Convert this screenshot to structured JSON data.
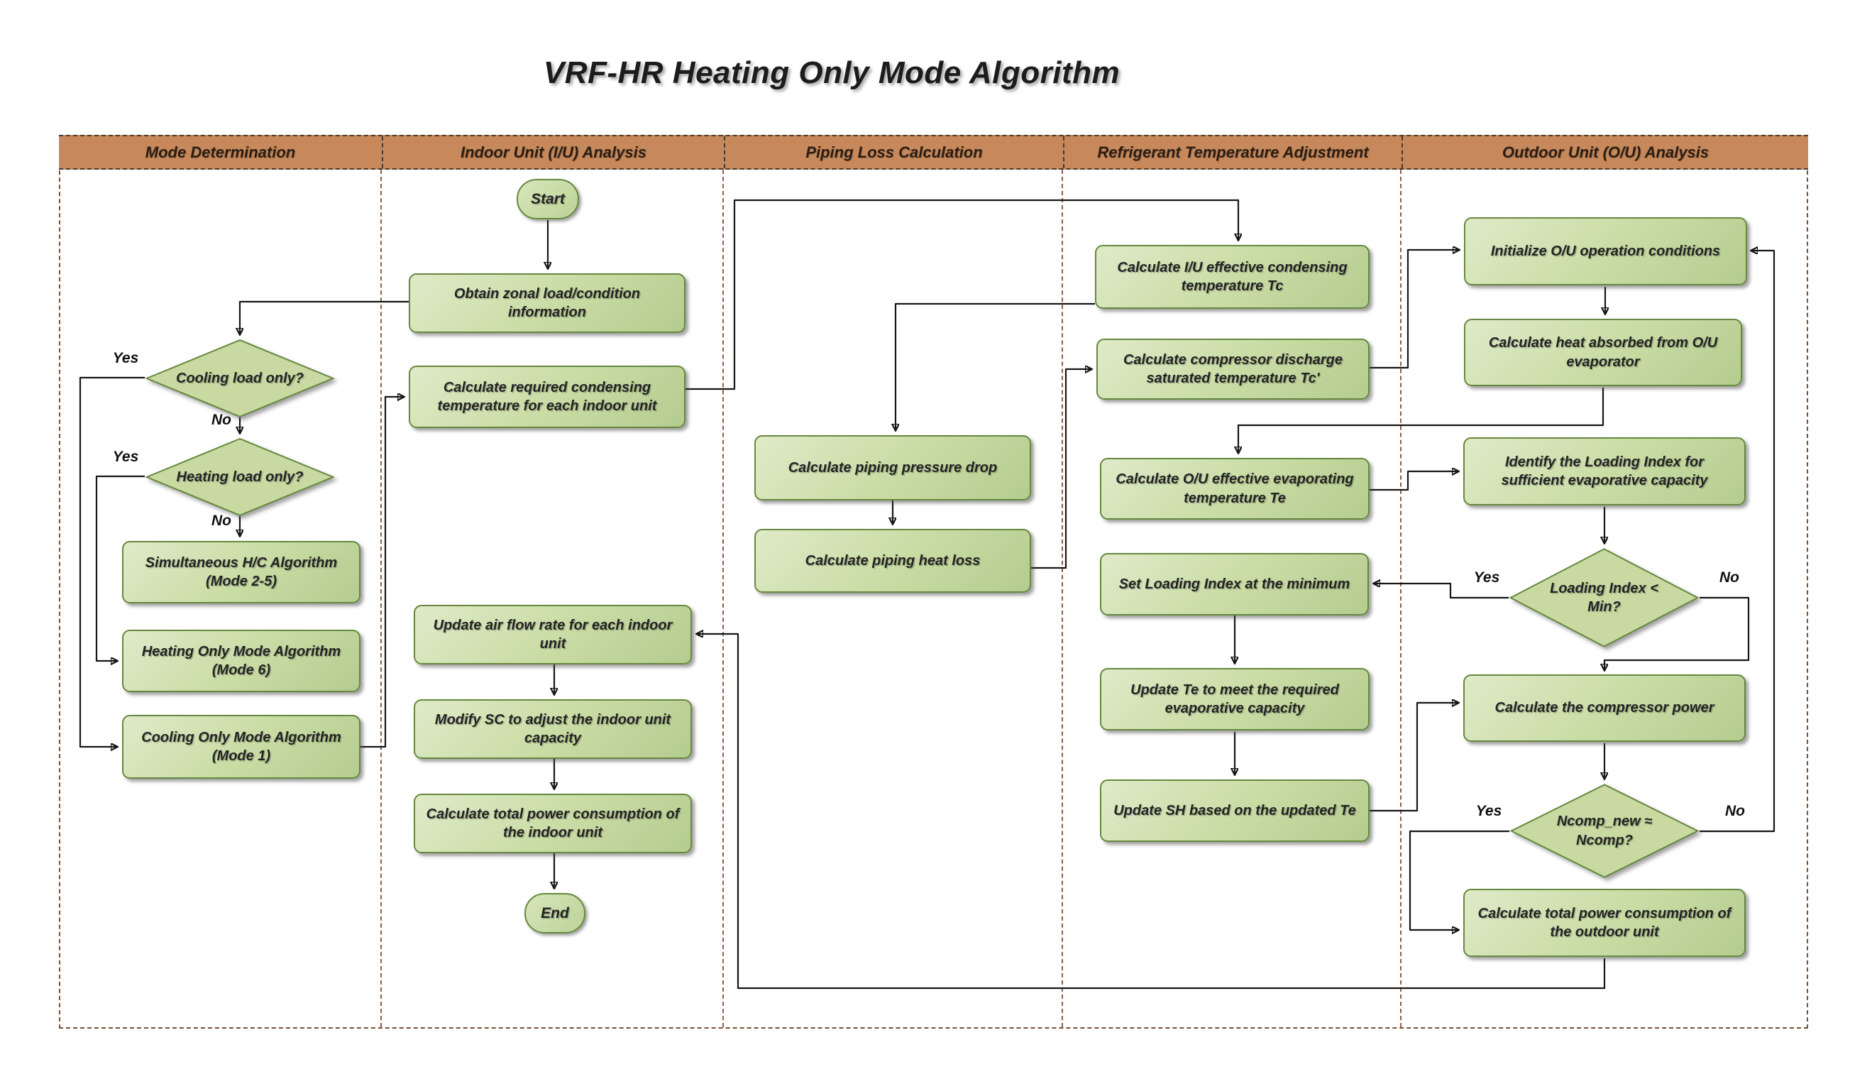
{
  "title": "VRF-HR Heating Only Mode Algorithm",
  "labels": {
    "yes": "Yes",
    "no": "No"
  },
  "lanes": [
    {
      "label": "Mode Determination"
    },
    {
      "label": "Indoor Unit (I/U) Analysis"
    },
    {
      "label": "Piping Loss Calculation"
    },
    {
      "label": "Refrigerant Temperature Adjustment"
    },
    {
      "label": "Outdoor Unit (O/U) Analysis"
    }
  ],
  "nodes": {
    "start": {
      "text": "Start"
    },
    "obtain": {
      "text": "Obtain zonal load/condition information"
    },
    "calc_req": {
      "text": "Calculate required condensing temperature for each indoor unit"
    },
    "cooling_q": {
      "text": "Cooling load only?"
    },
    "heating_q": {
      "text": "Heating load only?"
    },
    "simultaneous": {
      "text": "Simultaneous H/C Algorithm (Mode 2-5)"
    },
    "heating_only": {
      "text": "Heating Only Mode Algorithm (Mode 6)"
    },
    "cooling_only": {
      "text": "Cooling Only Mode Algorithm (Mode 1)"
    },
    "update_air": {
      "text": "Update air flow rate for each indoor unit"
    },
    "modify_sc": {
      "text": "Modify SC to adjust the indoor unit capacity"
    },
    "calc_power_iu": {
      "text": "Calculate total power consumption of the indoor unit"
    },
    "end": {
      "text": "End"
    },
    "pip_press": {
      "text": "Calculate piping pressure drop"
    },
    "pip_heat": {
      "text": "Calculate piping heat loss"
    },
    "tc": {
      "text": "Calculate I/U effective condensing temperature Tc"
    },
    "tc_prime": {
      "text": "Calculate compressor discharge saturated temperature Tc'"
    },
    "te": {
      "text": "Calculate O/U effective evaporating temperature Te"
    },
    "set_loading": {
      "text": "Set Loading Index at the minimum"
    },
    "update_te": {
      "text": "Update Te to meet the required evaporative capacity"
    },
    "update_sh": {
      "text": "Update SH based on the updated Te"
    },
    "init_ou": {
      "text": "Initialize O/U operation conditions"
    },
    "heat_abs": {
      "text": "Calculate heat absorbed from O/U evaporator"
    },
    "identify_li": {
      "text": "Identify the Loading Index for sufficient evaporative capacity"
    },
    "loading_q": {
      "text": "Loading Index < Min?"
    },
    "comp_power": {
      "text": "Calculate the compressor power"
    },
    "ncomp_q": {
      "text": "Ncomp_new ≈ Ncomp?"
    },
    "total_power_ou": {
      "text": "Calculate total power consumption of the outdoor unit"
    }
  }
}
